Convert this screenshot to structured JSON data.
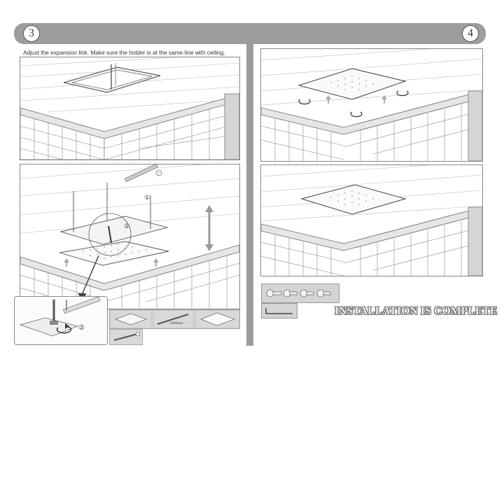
{
  "steps": {
    "left_number": "3",
    "right_number": "4"
  },
  "instruction": "Adjust the expansion link. Make sure the holder is at the same line with ceiling.",
  "completion_text": "INSTALLATION IS COMPLETE",
  "callout_numbers": {
    "one": "①",
    "two": "②"
  },
  "part_label": "1000mm",
  "colors": {
    "bar": "#9d9d9d",
    "line": "#555555",
    "panel_bg": "#ffffff",
    "text_outline": "#666666"
  }
}
